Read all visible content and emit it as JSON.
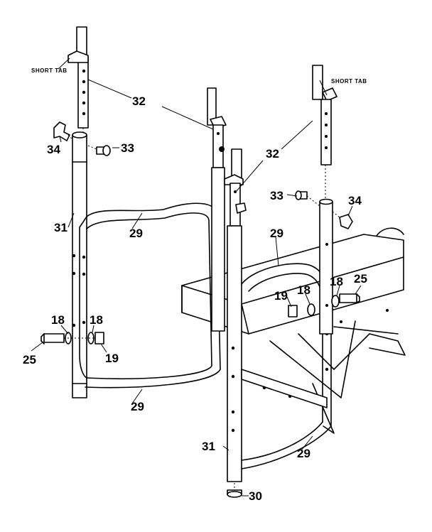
{
  "labels": {
    "short_tab_left": "SHORT TAB",
    "short_tab_right": "SHORT TAB",
    "p32_top": "32",
    "p32_right": "32",
    "p34_left": "34",
    "p33_left": "33",
    "p31_left": "31",
    "p29_top": "29",
    "p18_left_a": "18",
    "p18_left_b": "18",
    "p25_left": "25",
    "p19_left": "19",
    "p29_bottom_left": "29",
    "p33_right": "33",
    "p34_right": "34",
    "p29_seat": "29",
    "p19_right": "19",
    "p18_right_a": "18",
    "p18_right_b": "18",
    "p25_right": "25",
    "p31_right": "31",
    "p29_bottom_right": "29",
    "p30": "30"
  }
}
